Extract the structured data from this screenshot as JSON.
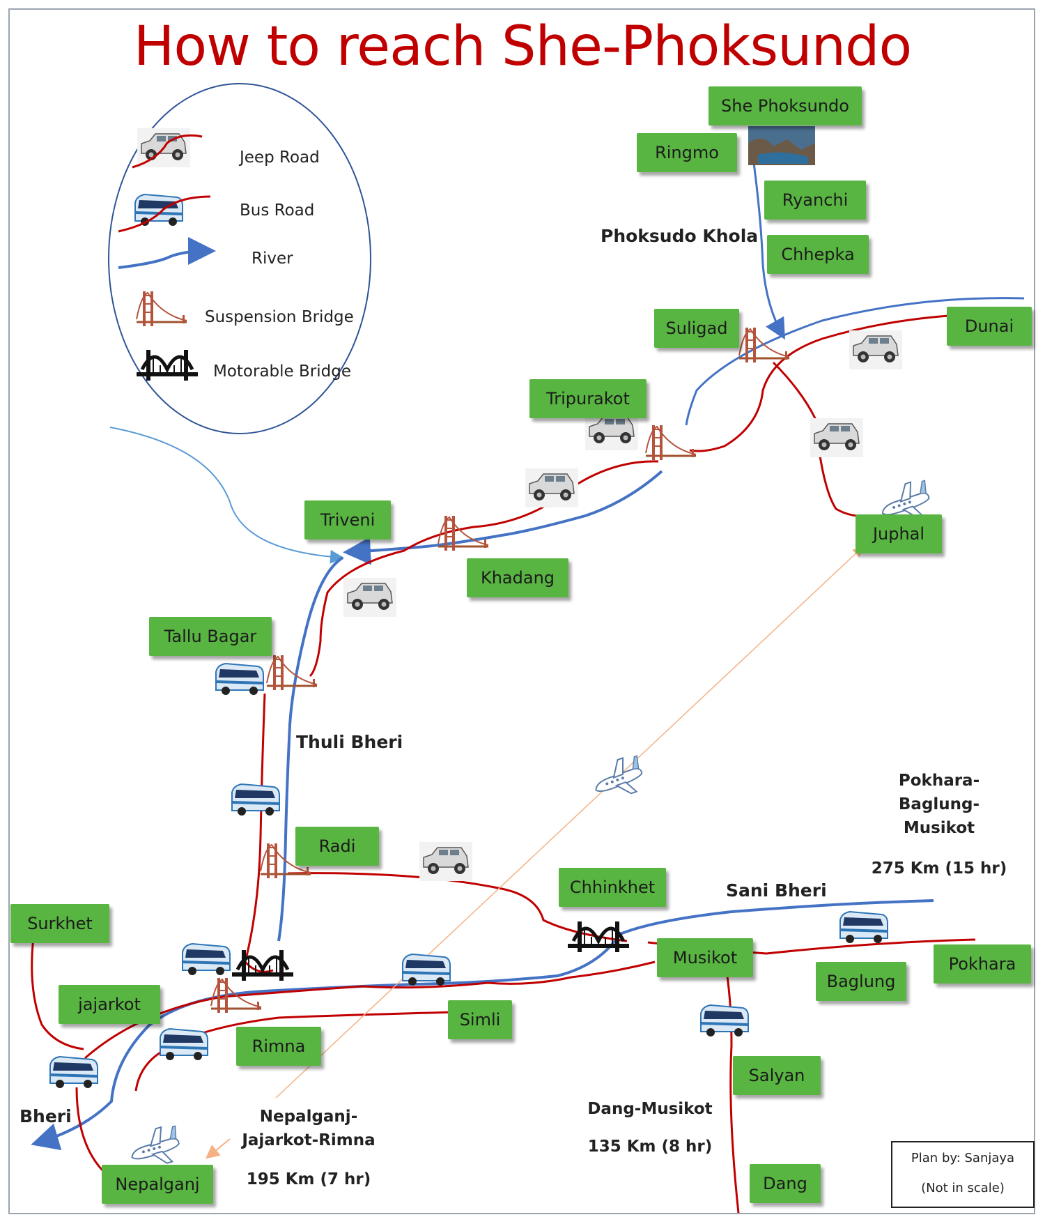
{
  "title": "How to reach She-Phoksundo",
  "legend": {
    "jeep_road": "Jeep Road",
    "bus_road": "Bus Road",
    "river": "River",
    "suspension_bridge": "Suspension Bridge",
    "motorable_bridge": "Motorable Bridge"
  },
  "places": {
    "she_phoksundo": "She Phoksundo",
    "ringmo": "Ringmo",
    "ryanchi": "Ryanchi",
    "chhepka": "Chhepka",
    "suligad": "Suligad",
    "dunai": "Dunai",
    "tripurakot": "Tripurakot",
    "triveni": "Triveni",
    "khadang": "Khadang",
    "juphal": "Juphal",
    "tallu_bagar": "Tallu Bagar",
    "radi": "Radi",
    "chhinkhet": "Chhinkhet",
    "surkhet": "Surkhet",
    "jajarkot": "jajarkot",
    "rimna": "Rimna",
    "simli": "Simli",
    "musikot": "Musikot",
    "baglung": "Baglung",
    "pokhara": "Pokhara",
    "salyan": "Salyan",
    "dang": "Dang",
    "nepalganj": "Nepalganj"
  },
  "rivers": {
    "phoksudo_khola": "Phoksudo Khola",
    "thuli_bheri": "Thuli Bheri",
    "sani_bheri": "Sani Bheri",
    "bheri": "Bheri"
  },
  "routes": {
    "pokhara": {
      "name": "Pokhara-\nBaglung-\nMusikot",
      "distance": "275 Km (15 hr)"
    },
    "dang": {
      "name": "Dang-Musikot",
      "distance": "135 Km (8 hr)"
    },
    "nepalganj": {
      "name": "Nepalganj-\nJajarkot-Rimna",
      "distance": "195 Km (7 hr)"
    }
  },
  "credit": {
    "line1": "Plan by: Sanjaya",
    "line2": "(Not in scale)"
  },
  "colors": {
    "title": "#c00000",
    "road": "#c00000",
    "river": "#4472c4",
    "place_box": "#58b541",
    "flight_line": "#f4b183",
    "bridge": "#a0522d"
  },
  "icons": [
    "jeep-icon",
    "bus-icon",
    "airplane-icon",
    "suspension-bridge-icon",
    "motorable-bridge-icon",
    "lake-photo-icon"
  ]
}
